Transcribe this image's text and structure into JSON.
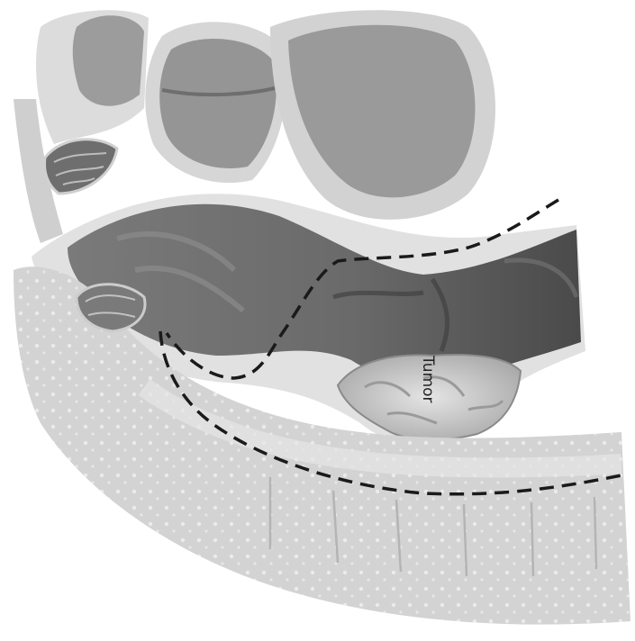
{
  "labels": {
    "tumor": "Tumor"
  },
  "palette": {
    "background": "#ffffff",
    "pelvic_bone": "#9a9a9a",
    "bone_rim": "#d2d2d2",
    "soft_tissue": "#c8c8c8",
    "bowel_wall_dark": "#5a5a5a",
    "tumor": "#cfcfcf",
    "dashed_line": "#1a1a1a",
    "spine_band": "#d9d9d9"
  },
  "annotations": [
    "dashed-line-upper-margin",
    "dashed-line-lower-margin"
  ]
}
